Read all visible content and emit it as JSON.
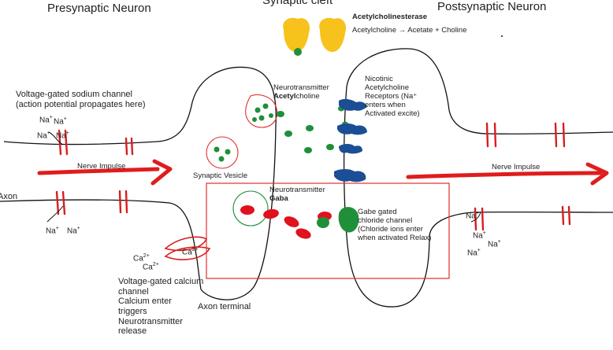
{
  "titles": {
    "presynaptic": "Presynaptic Neuron",
    "cleft": "Synaptic cleft",
    "postsynaptic": "Postsynaptic Neuron"
  },
  "labels": {
    "acetylcholinesterase": {
      "bold": "Acetylcholine",
      "rest": "sterase"
    },
    "reaction": "Acetylcholine → Acetate + Choline",
    "vg_sodium": [
      "Voltage-gated sodium channel",
      "(action potential propagates here)"
    ],
    "nerve_impulse_left": "Nerve Impulse",
    "nerve_impulse_right": "Nerve Impulse",
    "axon": "Axon",
    "synaptic_vesicle": "Synaptic Vesicle",
    "nt_ach": {
      "line1": "Neurotransmitter",
      "bold": "Acetyl",
      "rest": "choline"
    },
    "nt_gaba": {
      "line1": "Neurotransmitter",
      "bold": "Gaba"
    },
    "nicotinic": [
      "Nicotinic",
      "Acetylcholine",
      "Receptors (Na⁺",
      "enters when",
      "Activated excite)"
    ],
    "gabe_gated": [
      "Gabe gated",
      "chloride channel",
      "(Chloride ions enter",
      "when activated Relax)"
    ],
    "vg_calcium": [
      "Voltage-gated calcium",
      "channel",
      "Calcium enter",
      "triggers",
      "Neurotransmitter",
      "release"
    ],
    "axon_terminal": "Axon terminal"
  },
  "ions": {
    "na": "Na",
    "ca": "Ca",
    "na_charge": "+",
    "ca_charge": "2+"
  },
  "colors": {
    "membrane": "#111111",
    "channel": "#d81e1e",
    "impulse": "#e01c1c",
    "ach": "#1f8f3a",
    "gaba": "#e0121e",
    "esterase": "#f7c21b",
    "receptor": "#1b4e94",
    "highlight_box": "#e03030"
  }
}
